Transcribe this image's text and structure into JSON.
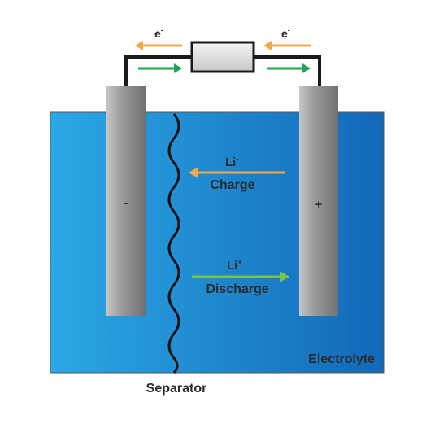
{
  "labels": {
    "electron_left": "e",
    "electron_left_sup": "-",
    "electron_right": "e",
    "electron_right_sup": "-",
    "anode_sign": "-",
    "cathode_sign": "+",
    "ion_charge": "Li",
    "ion_charge_sup": "-",
    "charge": "Charge",
    "ion_discharge": "Li",
    "ion_discharge_sup": "+",
    "discharge": "Discharge",
    "electrolyte": "Electrolyte",
    "separator": "Separator"
  },
  "colors": {
    "electron_flow_charge": "#f5a84a",
    "electron_flow_discharge": "#1fa64a",
    "ion_charge_arrow": "#f5a84a",
    "ion_discharge_arrow": "#7cc24a",
    "electrolyte_light": "#2aa6e4",
    "electrolyte_dark": "#1470bd",
    "electrode": "#8a8c8e",
    "wire": "#1a1a1a"
  }
}
